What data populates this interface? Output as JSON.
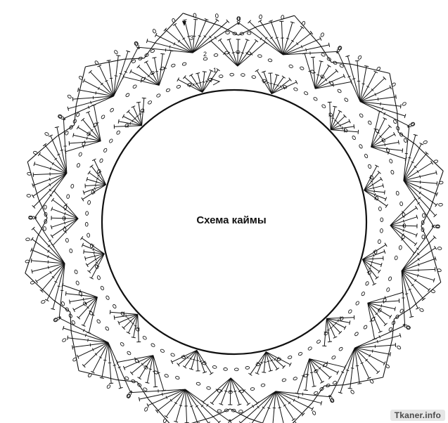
{
  "diagram": {
    "title": "Схема каймы",
    "row_numbers": [
      "1",
      "2",
      "3"
    ],
    "repeats": 12
  },
  "watermark": {
    "text": "Tkaner.info"
  }
}
